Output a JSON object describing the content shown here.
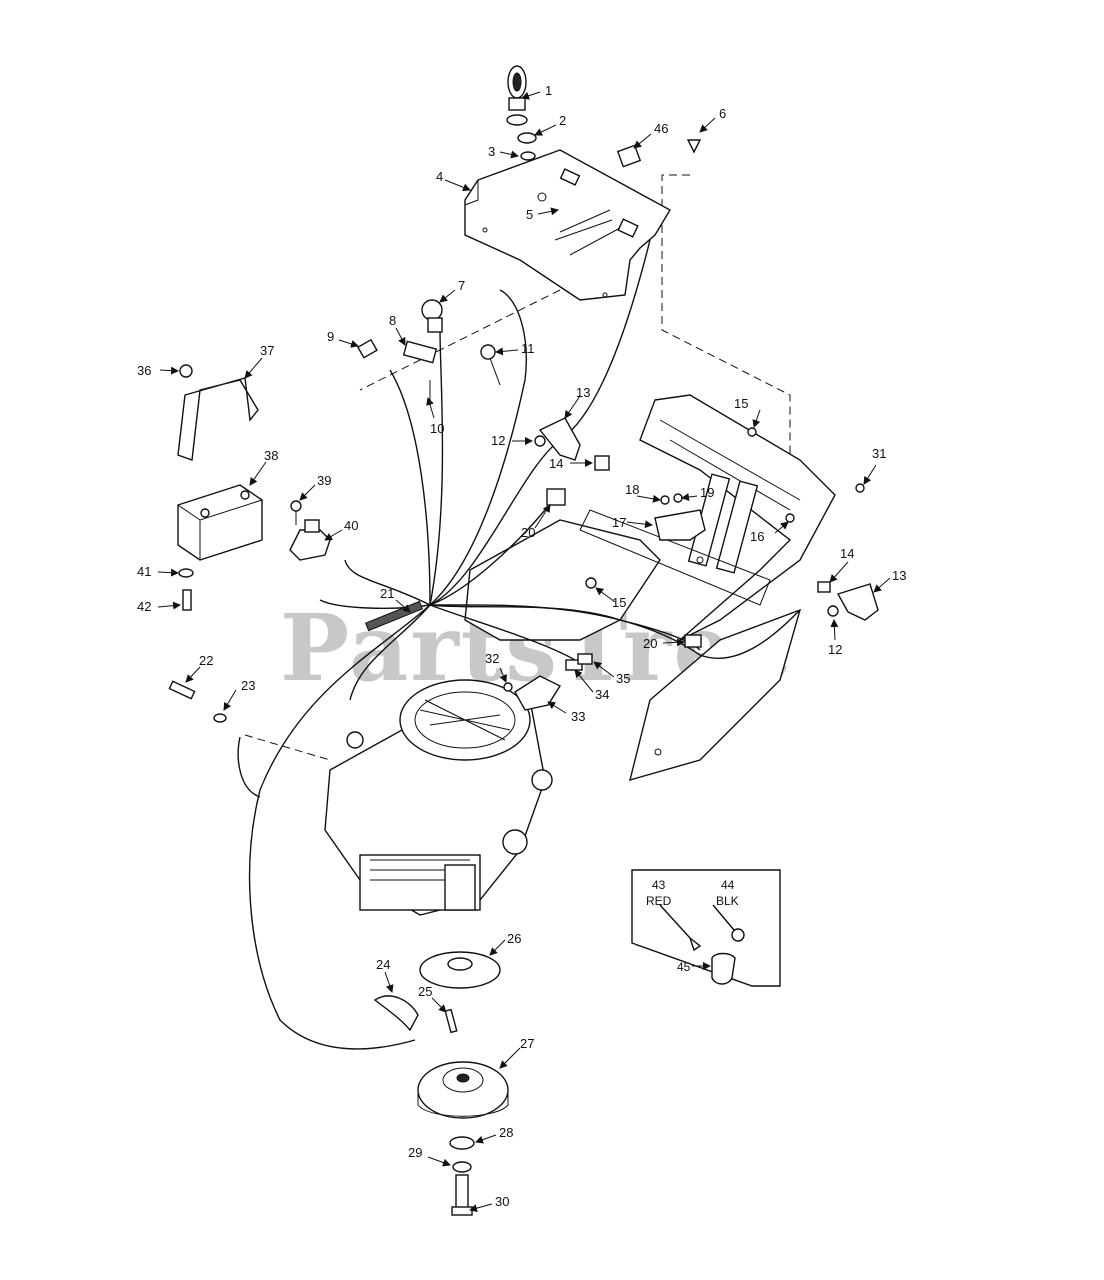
{
  "watermark": "PartsTree",
  "callouts": {
    "c1": "1",
    "c2": "2",
    "c3": "3",
    "c4": "4",
    "c5": "5",
    "c6": "6",
    "c7": "7",
    "c8": "8",
    "c9": "9",
    "c10": "10",
    "c11": "11",
    "c12a": "12",
    "c12b": "12",
    "c13a": "13",
    "c13b": "13",
    "c14a": "14",
    "c14b": "14",
    "c15a": "15",
    "c15b": "15",
    "c16": "16",
    "c17": "17",
    "c18": "18",
    "c19": "19",
    "c20a": "20",
    "c20b": "20",
    "c21": "21",
    "c22": "22",
    "c23": "23",
    "c24": "24",
    "c25": "25",
    "c26": "26",
    "c27": "27",
    "c28": "28",
    "c29": "29",
    "c30": "30",
    "c31": "31",
    "c32": "32",
    "c33": "33",
    "c34": "34",
    "c35": "35",
    "c36": "36",
    "c37": "37",
    "c38": "38",
    "c39": "39",
    "c40": "40",
    "c41": "41",
    "c42": "42",
    "c46": "46"
  },
  "inset": {
    "c43": "43",
    "c43_color": "RED",
    "c44": "44",
    "c44_color": "BLK",
    "c45": "45"
  }
}
